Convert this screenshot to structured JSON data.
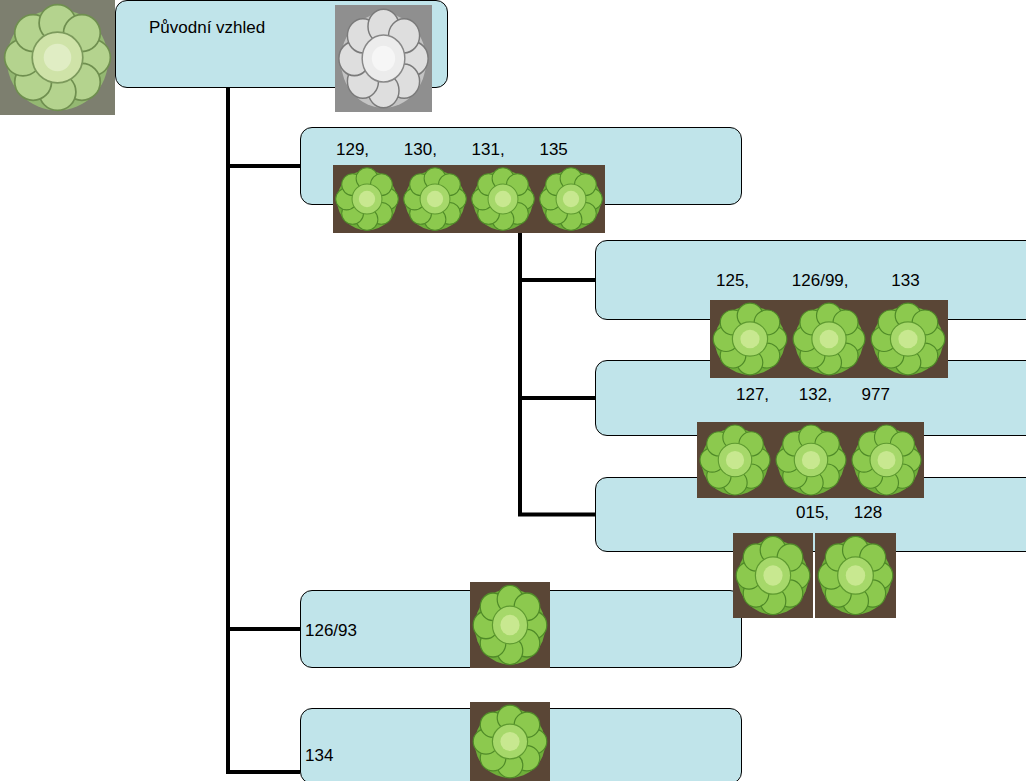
{
  "diagram": {
    "nodes": [
      {
        "text": [
          "Původní vzhled"
        ]
      },
      {
        "text": [
          "129, 130, 131, 135"
        ]
      },
      {
        "text": [
          "125, 126/99, 133"
        ]
      },
      {
        "text": [
          "127, 132, 977"
        ]
      },
      {
        "text": [
          "015, 128"
        ]
      },
      {
        "text": [
          "126/93"
        ]
      },
      {
        "text": [
          "134"
        ]
      }
    ],
    "edges": [
      {
        "from": 0,
        "to": 1,
        "arrow": "none"
      },
      {
        "from": 0,
        "to": 5,
        "arrow": "none"
      },
      {
        "from": 0,
        "to": 6,
        "arrow": "none"
      },
      {
        "from": 1,
        "to": 2,
        "arrow": "none"
      },
      {
        "from": 1,
        "to": 3,
        "arrow": "none"
      },
      {
        "from": 1,
        "to": 4,
        "arrow": "none"
      }
    ]
  }
}
